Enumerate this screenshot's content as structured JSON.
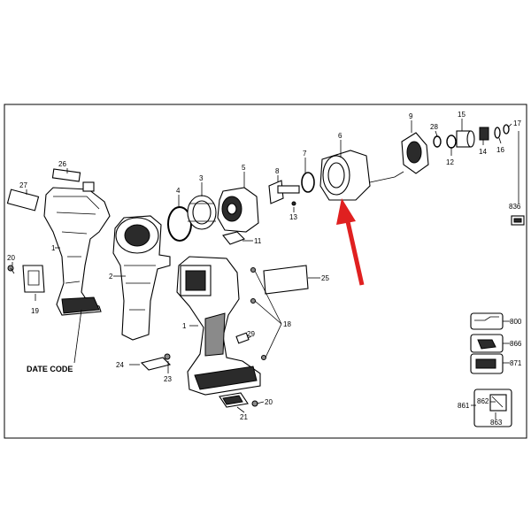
{
  "callouts": {
    "n1a": "1",
    "n1b": "1",
    "n2": "2",
    "n3": "3",
    "n4": "4",
    "n5": "5",
    "n6": "6",
    "n7": "7",
    "n8": "8",
    "n9": "9",
    "n11": "11",
    "n12": "12",
    "n13": "13",
    "n14": "14",
    "n15": "15",
    "n16": "16",
    "n17": "17",
    "n18": "18",
    "n19": "19",
    "n20a": "20",
    "n20b": "20",
    "n21": "21",
    "n23": "23",
    "n24": "24",
    "n25": "25",
    "n26": "26",
    "n27": "27",
    "n28": "28",
    "n29": "29",
    "n800": "800",
    "n836": "836",
    "n861": "861",
    "n862": "862",
    "n863": "863",
    "n866": "866",
    "n871": "871"
  },
  "date_code_label": "DATE CODE",
  "colors": {
    "arrow": "#e02020",
    "ink": "#000000",
    "background": "#ffffff"
  }
}
